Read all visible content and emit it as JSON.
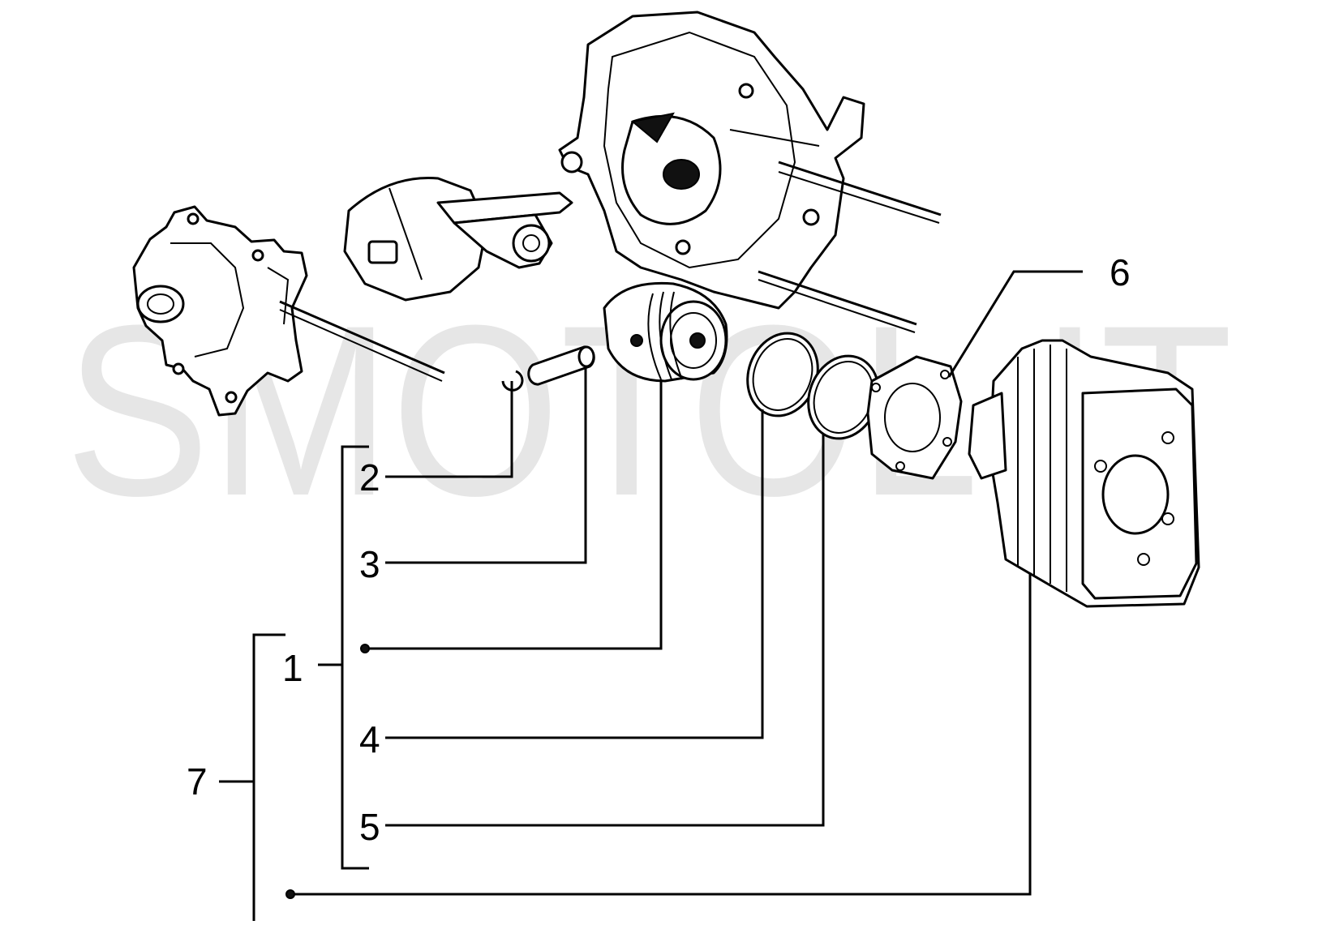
{
  "watermark": "SMOTOL.IT",
  "callouts": {
    "c1": "1",
    "c2": "2",
    "c3": "3",
    "c4": "4",
    "c5": "5",
    "c6": "6",
    "c7": "7"
  }
}
